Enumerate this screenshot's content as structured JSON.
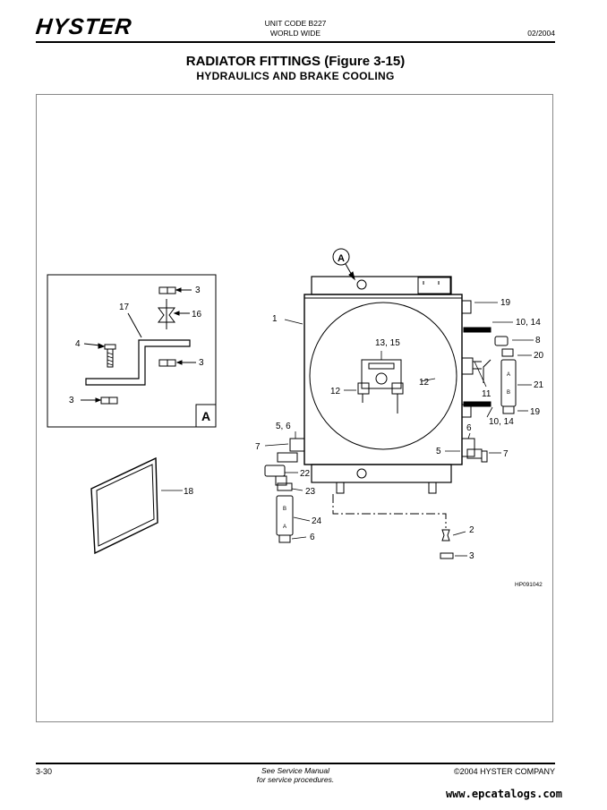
{
  "header": {
    "logo": "HYSTER",
    "unit_code": "UNIT CODE B227",
    "region": "WORLD WIDE",
    "date": "02/2004"
  },
  "title": "RADIATOR FITTINGS (Figure 3-15)",
  "subtitle": "HYDRAULICS AND BRAKE COOLING",
  "figure": {
    "detail_label": "A",
    "reference_code": "HP091042",
    "callouts": {
      "c1": "1",
      "c2": "2",
      "c3a": "3",
      "c3b": "3",
      "c3c": "3",
      "c3d": "3",
      "c4": "4",
      "c5a": "5, 6",
      "c5b": "5",
      "c6a": "6",
      "c6b": "6",
      "c7a": "7",
      "c7b": "7",
      "c8": "8",
      "c10a": "10, 14",
      "c10b": "10, 14",
      "c11": "11",
      "c12a": "12",
      "c12b": "12",
      "c13": "13, 15",
      "c16": "16",
      "c17": "17",
      "c18": "18",
      "c19a": "19",
      "c19b": "19",
      "c20": "20",
      "c21": "21",
      "c22": "22",
      "c23": "23",
      "c24": "24"
    },
    "valve_mark": "A ⟶ B"
  },
  "footer": {
    "page": "3-30",
    "note_line1": "See Service Manual",
    "note_line2": "for service procedures.",
    "copyright": "©2004 HYSTER COMPANY",
    "website": "www.epcatalogs.com"
  }
}
